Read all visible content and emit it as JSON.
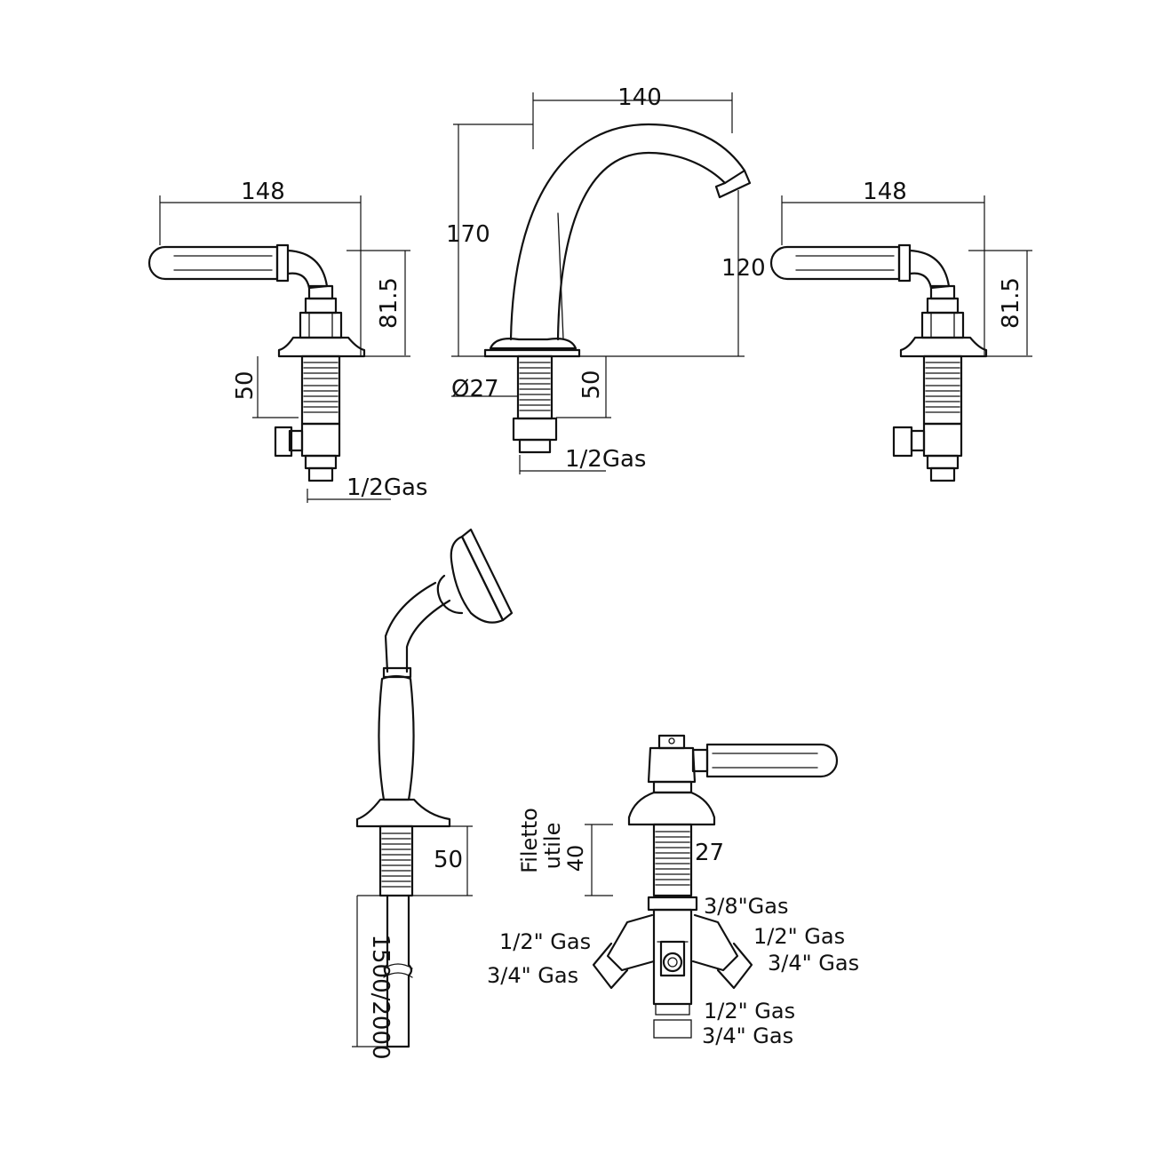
{
  "labels": {
    "left_handle_width": "148",
    "left_handle_height": "81.5",
    "left_shank_length": "50",
    "left_thread": "1/2Gas",
    "spout_reach": "140",
    "spout_height": "170",
    "spout_outlet_height": "120",
    "spout_diameter": "Ø27",
    "spout_shank_length": "50",
    "spout_thread": "1/2Gas",
    "right_handle_width": "148",
    "right_handle_height": "81.5",
    "hand_shower_shank": "50",
    "hose_length": "1500/2000",
    "useful_thread_line1": "Filetto",
    "useful_thread_line2": "utile",
    "useful_thread_length": "40",
    "diverter_diameter": "27",
    "diverter_top_thread": "3/8\"Gas",
    "diverter_left_inner": "1/2\" Gas",
    "diverter_left_outer": "3/4\" Gas",
    "diverter_right_inner": "1/2\" Gas",
    "diverter_right_outer": "3/4\" Gas",
    "diverter_bottom_inner": "1/2\" Gas",
    "diverter_bottom_outer": "3/4\" Gas"
  }
}
